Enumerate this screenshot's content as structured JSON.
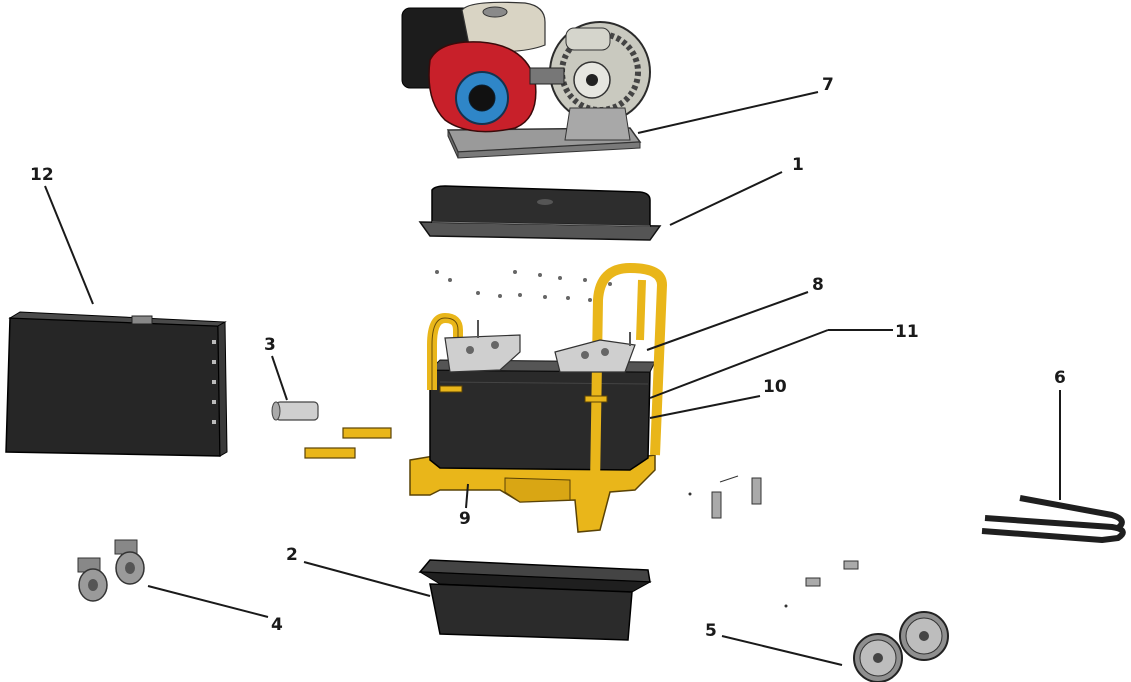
{
  "callouts": {
    "c1": "1",
    "c2": "2",
    "c3": "3",
    "c4": "4",
    "c5": "5",
    "c6": "6",
    "c7": "7",
    "c8": "8",
    "c9": "9",
    "c10": "10",
    "c11": "11",
    "c12": "12"
  },
  "colors": {
    "frame_yellow": "#e9b61a",
    "tank_black": "#2a2a2a",
    "engine_red": "#c8202a",
    "engine_blue": "#2f86c8",
    "metal_grey": "#b9b9b9"
  }
}
